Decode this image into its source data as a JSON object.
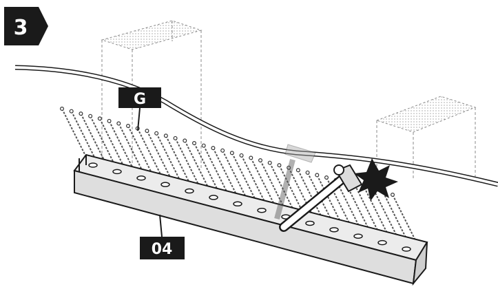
{
  "step": {
    "number": "3"
  },
  "labels": {
    "wire": "G",
    "rail": "04"
  },
  "colors": {
    "ink": "#1a1a1a",
    "hatch": "#555555",
    "paper": "#ffffff",
    "rail_fill": "#dedede",
    "block_fill": "#f2f2f2"
  },
  "icons": [
    "hammer-icon",
    "impact-burst-icon"
  ]
}
